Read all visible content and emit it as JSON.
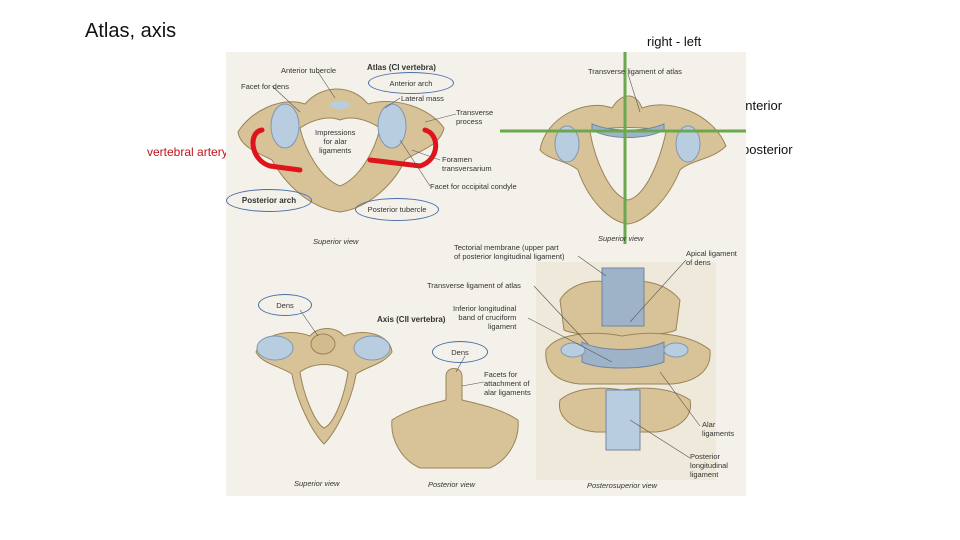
{
  "slide": {
    "title": "Atlas, axis",
    "note_orientation": "right - left",
    "note_anterior": "anterior",
    "note_posterior": "posterior",
    "note_vertebral_artery": "vertebral artery"
  },
  "panel_atlas_superior": {
    "heading": "Atlas (CI vertebra)",
    "labels": {
      "anterior_tubercle": "Anterior tubercle",
      "facet_for_dens": "Facet for dens",
      "anterior_arch": "Anterior arch",
      "lateral_mass": "Lateral mass",
      "transverse_process": "Transverse\nprocess",
      "impressions_alar": "Impressions\nfor alar\nligaments",
      "foramen_transversarium": "Foramen\ntransversarium",
      "facet_occipital_condyle": "Facet for occipital condyle",
      "posterior_arch": "Posterior arch",
      "posterior_tubercle": "Posterior tubercle"
    },
    "caption": "Superior view"
  },
  "panel_atlas_ligament": {
    "label_transverse_ligament": "Transverse ligament of atlas",
    "caption": "Superior view"
  },
  "panel_axis": {
    "heading": "Axis (CII vertebra)",
    "label_dens_superior": "Dens",
    "label_dens_posterior": "Dens",
    "label_facets_alar": "Facets for\nattachment of\nalar ligaments",
    "caption_superior": "Superior view",
    "caption_posterior": "Posterior view"
  },
  "panel_ligaments": {
    "tectorial_membrane": "Tectorial membrane (upper part\nof posterior longitudinal ligament)",
    "apical_ligament": "Apical ligament\nof dens",
    "transverse_ligament": "Transverse ligament of atlas",
    "inferior_band": "Inferior longitudinal\nband of cruciform\nligament",
    "alar_ligaments": "Alar\nligaments",
    "posterior_longitudinal": "Posterior\nlongitudinal\nligament",
    "caption": "Posterosuperior view"
  },
  "colors": {
    "bone": "#d8c398",
    "bone_dark": "#b79e6e",
    "cartilage": "#b9cde0",
    "ligament": "#9fb3c8",
    "highlight_oval": "#4a6fa8",
    "axis_cross": "#6aa84f",
    "artery_bracket": "#e0141c"
  }
}
